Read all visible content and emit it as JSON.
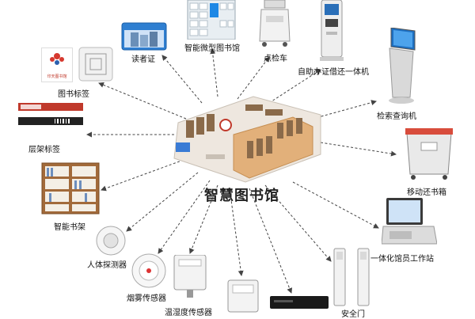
{
  "title": "智慧图书馆",
  "logo_text": "印天图书馆",
  "labels": {
    "reader_card": "读者证",
    "micro_library": "智能微型图书馆",
    "inspection_cart": "点检车",
    "self_service": "自助办证借还一体机",
    "book_tag": "图书标签",
    "shelf_tag": "层架标签",
    "query_machine": "检索查询机",
    "return_box": "移动还书箱",
    "smart_shelf": "智能书架",
    "workstation": "一体化馆员工作站",
    "motion_detector": "人体探测器",
    "smoke_sensor": "烟雾传感器",
    "temp_humidity": "温湿度传感器",
    "security_gate": "安全门"
  },
  "icons": {
    "reader_card": "reader-card-icon",
    "micro_library": "micro-library-icon",
    "inspection_cart": "inspection-cart-icon",
    "self_service": "self-service-kiosk-icon",
    "book_tag": "book-tag-icon",
    "shelf_tag": "shelf-tag-icon",
    "query_machine": "query-kiosk-icon",
    "return_box": "return-box-icon",
    "smart_shelf": "smart-shelf-icon",
    "workstation": "workstation-icon",
    "motion_detector": "motion-detector-icon",
    "smoke_sensor": "smoke-sensor-icon",
    "temp_humidity": "temp-humidity-sensor-icon",
    "security_gate": "security-gate-icon"
  },
  "colors": {
    "arrow": "#444444",
    "shelf_tag_red": "#c0392b",
    "kiosk_blue": "#1e88e5",
    "floor_orange": "#d9a066"
  }
}
